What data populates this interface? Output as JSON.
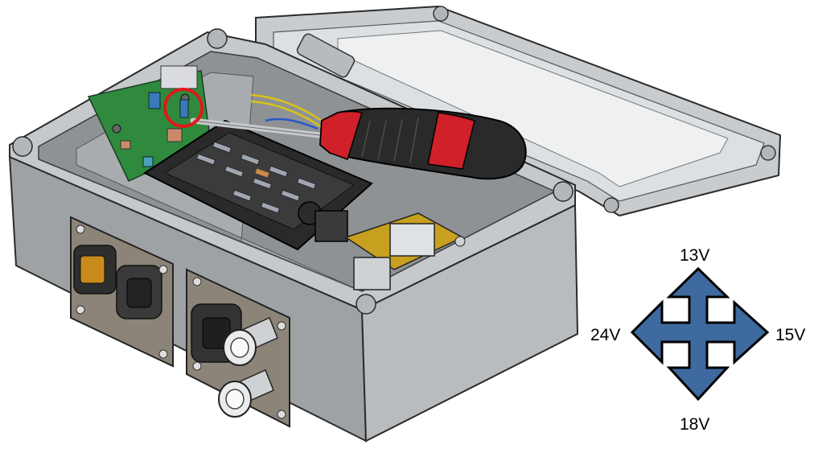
{
  "figure": {
    "subject": "open-enclosure-with-electronics-and-screwdriver",
    "highlight_color": "#e01818",
    "arrow_fill_color": "#3e6aa0",
    "arrow_outline_color": "#000000",
    "labels": {
      "up": "13V",
      "right": "15V",
      "down": "18V",
      "left": "24V"
    }
  }
}
